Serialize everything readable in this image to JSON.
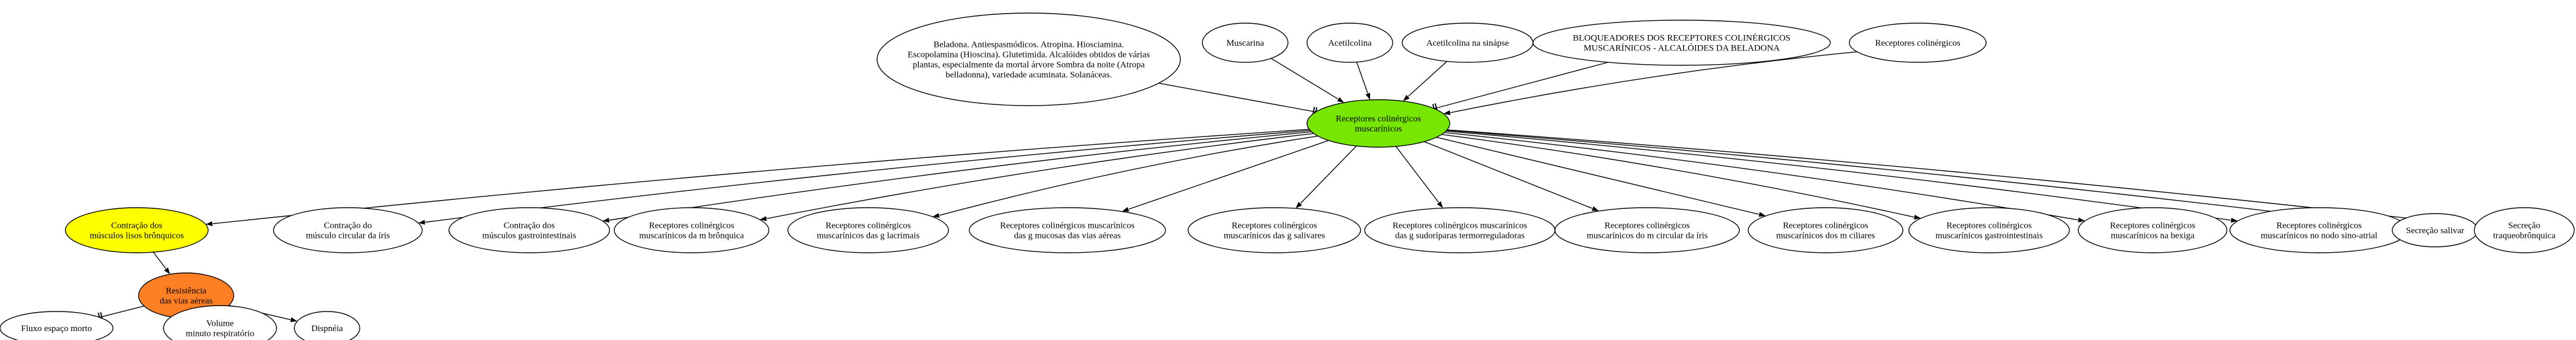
{
  "colors": {
    "center": "#77e600",
    "yellow": "#ffff00",
    "orange": "#ff7f24",
    "default": "#ffffff",
    "stroke": "#000000"
  },
  "nodes": [
    {
      "id": "beladona",
      "lines": [
        "Beladona. Antiespasmódicos. Atropina. Hiosciamina.",
        "Escopolamina (Hioscina). Glutetimida. Alcalóides obtidos de várias",
        "plantas, especialmente da mortal árvore Sombra da noite (Atropa",
        "belladonna), variedade acuminata. Solanáceas."
      ],
      "fill": "default"
    },
    {
      "id": "muscarina",
      "lines": [
        "Muscarina"
      ],
      "fill": "default"
    },
    {
      "id": "acetilcolina",
      "lines": [
        "Acetilcolina"
      ],
      "fill": "default"
    },
    {
      "id": "acetilcolina-sinapse",
      "lines": [
        "Acetilcolina na sinápse"
      ],
      "fill": "default"
    },
    {
      "id": "bloqueadores",
      "lines": [
        "BLOQUEADORES DOS RECEPTORES COLINÉRGICOS",
        "MUSCARÍNICOS - ALCALÓIDES DA BELADONA"
      ],
      "fill": "default"
    },
    {
      "id": "receptores-colinergicos",
      "lines": [
        "Receptores colinérgicos"
      ],
      "fill": "default"
    },
    {
      "id": "center",
      "lines": [
        "Receptores colinérgicos",
        "muscarínicos"
      ],
      "fill": "center"
    },
    {
      "id": "contracao-bronquicos",
      "lines": [
        "Contração dos",
        "músculos lisos brônquicos"
      ],
      "fill": "yellow"
    },
    {
      "id": "contracao-iris",
      "lines": [
        "Contração do",
        "músculo circular da íris"
      ],
      "fill": "default"
    },
    {
      "id": "contracao-gastro",
      "lines": [
        "Contração dos",
        "músculos gastrointestinais"
      ],
      "fill": "default"
    },
    {
      "id": "rec-bronquica",
      "lines": [
        "Receptores colinérgicos",
        "muscarínicos da m brônquica"
      ],
      "fill": "default"
    },
    {
      "id": "rec-lacrimais",
      "lines": [
        "Receptores colinérgicos",
        "muscarínicos das g lacrimais"
      ],
      "fill": "default"
    },
    {
      "id": "rec-mucosas",
      "lines": [
        "Receptores colinérgicos muscarínicos",
        "das g mucosas das vias aéreas"
      ],
      "fill": "default"
    },
    {
      "id": "rec-salivares",
      "lines": [
        "Receptores colinérgicos",
        "muscarínicos das g salivares"
      ],
      "fill": "default"
    },
    {
      "id": "rec-sudoriparas",
      "lines": [
        "Receptores colinérgicos muscarínicos",
        "das g sudoríparas termorreguladoras"
      ],
      "fill": "default"
    },
    {
      "id": "rec-circular-iris",
      "lines": [
        "Receptores colinérgicos",
        "muscarínicos do m circular da íris"
      ],
      "fill": "default"
    },
    {
      "id": "rec-ciliares",
      "lines": [
        "Receptores colinérgicos",
        "muscarínicos dos m ciliares"
      ],
      "fill": "default"
    },
    {
      "id": "rec-gastro",
      "lines": [
        "Receptores colinérgicos",
        "muscarínicos gastrointestinais"
      ],
      "fill": "default"
    },
    {
      "id": "rec-bexiga",
      "lines": [
        "Receptores colinérgicos",
        "muscarínicos na bexiga"
      ],
      "fill": "default"
    },
    {
      "id": "rec-sinoatrial",
      "lines": [
        "Receptores colinérgicos",
        "muscarínicos no nodo sino-atrial"
      ],
      "fill": "default"
    },
    {
      "id": "secrecao-salivar",
      "lines": [
        "Secreção salivar"
      ],
      "fill": "default"
    },
    {
      "id": "secrecao-traqueo",
      "lines": [
        "Secreção",
        "traqueobrônquica"
      ],
      "fill": "default"
    },
    {
      "id": "resistencia",
      "lines": [
        "Resistência",
        "das vias aéreas"
      ],
      "fill": "orange"
    },
    {
      "id": "fluxo",
      "lines": [
        "Fluxo espaço morto"
      ],
      "fill": "default"
    },
    {
      "id": "volume",
      "lines": [
        "Volume",
        "minuto respiratório"
      ],
      "fill": "default"
    },
    {
      "id": "dispneia",
      "lines": [
        "Dispnéia"
      ],
      "fill": "default"
    }
  ],
  "edges": [
    {
      "from": "beladona",
      "to": "center",
      "head": "tee"
    },
    {
      "from": "muscarina",
      "to": "center",
      "head": "arrow"
    },
    {
      "from": "acetilcolina",
      "to": "center",
      "head": "arrow"
    },
    {
      "from": "acetilcolina-sinapse",
      "to": "center",
      "head": "arrow"
    },
    {
      "from": "bloqueadores",
      "to": "center",
      "head": "tee"
    },
    {
      "from": "receptores-colinergicos",
      "to": "center",
      "head": "arrow"
    },
    {
      "from": "center",
      "to": "contracao-bronquicos",
      "head": "arrow"
    },
    {
      "from": "center",
      "to": "contracao-iris",
      "head": "arrow"
    },
    {
      "from": "center",
      "to": "contracao-gastro",
      "head": "arrow"
    },
    {
      "from": "center",
      "to": "rec-bronquica",
      "head": "arrow"
    },
    {
      "from": "center",
      "to": "rec-lacrimais",
      "head": "arrow"
    },
    {
      "from": "center",
      "to": "rec-mucosas",
      "head": "arrow"
    },
    {
      "from": "center",
      "to": "rec-salivares",
      "head": "arrow"
    },
    {
      "from": "center",
      "to": "rec-sudoriparas",
      "head": "arrow"
    },
    {
      "from": "center",
      "to": "rec-circular-iris",
      "head": "arrow"
    },
    {
      "from": "center",
      "to": "rec-ciliares",
      "head": "arrow"
    },
    {
      "from": "center",
      "to": "rec-gastro",
      "head": "arrow"
    },
    {
      "from": "center",
      "to": "rec-bexiga",
      "head": "arrow"
    },
    {
      "from": "center",
      "to": "rec-sinoatrial",
      "head": "arrow"
    },
    {
      "from": "center",
      "to": "secrecao-salivar",
      "head": "arrow"
    },
    {
      "from": "center",
      "to": "secrecao-traqueo",
      "head": "arrow"
    },
    {
      "from": "contracao-bronquicos",
      "to": "resistencia",
      "head": "arrow"
    },
    {
      "from": "resistencia",
      "to": "fluxo",
      "head": "tee"
    },
    {
      "from": "resistencia",
      "to": "volume",
      "head": "tee"
    },
    {
      "from": "resistencia",
      "to": "dispneia",
      "head": "arrow"
    }
  ]
}
